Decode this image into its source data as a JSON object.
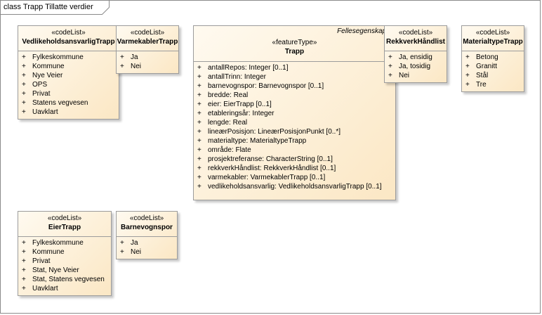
{
  "diagram_title": "class Trapp Tillatte verdier",
  "visibility_symbol": "+",
  "boxes": {
    "vedlikehold": {
      "stereotype": "«codeList»",
      "name": "VedlikeholdsansvarligTrapp",
      "items": [
        "Fylkeskommune",
        "Kommune",
        "Nye Veier",
        "OPS",
        "Privat",
        "Statens vegvesen",
        "Uavklart"
      ]
    },
    "varmekabler": {
      "stereotype": "«codeList»",
      "name": "VarmekablerTrapp",
      "items": [
        "Ja",
        "Nei"
      ]
    },
    "trapp": {
      "package": "Fellesegenskaper",
      "stereotype": "«featureType»",
      "name": "Trapp",
      "items": [
        "antallRepos: Integer [0..1]",
        "antallTrinn: Integer",
        "barnevognspor: Barnevognspor [0..1]",
        "bredde: Real",
        "eier: EierTrapp [0..1]",
        "etableringsår: Integer",
        "lengde: Real",
        "lineærPosisjon: LineærPosisjonPunkt [0..*]",
        "materialtype: MaterialtypeTrapp",
        "område: Flate",
        "prosjektreferanse: CharacterString [0..1]",
        "rekkverkHåndlist: RekkverkHåndlist [0..1]",
        "varmekabler: VarmekablerTrapp [0..1]",
        "vedlikeholdsansvarlig: VedlikeholdsansvarligTrapp [0..1]"
      ]
    },
    "rekkverk": {
      "stereotype": "«codeList»",
      "name": "RekkverkHåndlist",
      "items": [
        "Ja, ensidig",
        "Ja, tosidig",
        "Nei"
      ]
    },
    "materialtype": {
      "stereotype": "«codeList»",
      "name": "MaterialtypeTrapp",
      "items": [
        "Betong",
        "Granitt",
        "Stål",
        "Tre"
      ]
    },
    "eier": {
      "stereotype": "«codeList»",
      "name": "EierTrapp",
      "items": [
        "Fylkeskommune",
        "Kommune",
        "Privat",
        "Stat, Nye Veier",
        "Stat, Statens vegvesen",
        "Uavklart"
      ]
    },
    "barnevognspor": {
      "stereotype": "«codeList»",
      "name": "Barnevognspor",
      "items": [
        "Ja",
        "Nei"
      ]
    }
  }
}
